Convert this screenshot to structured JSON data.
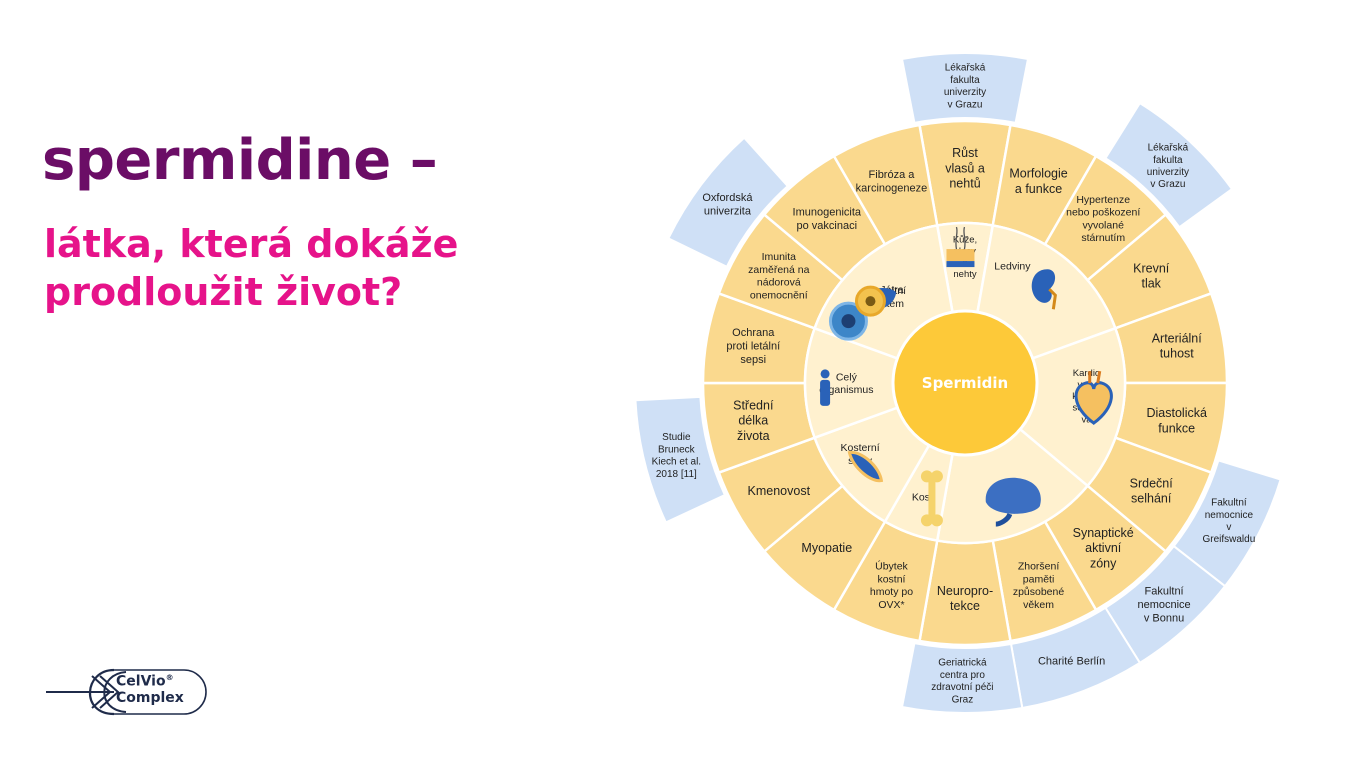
{
  "heading": {
    "title": "spermidine –",
    "subtitle": "látka, která dokáže prodloužit život?"
  },
  "logo": {
    "line1": "CelVio",
    "line2": "Complex",
    "mark": "®"
  },
  "colors": {
    "title": "#6b0d66",
    "subtitle": "#e6138a",
    "outer_ring": "#fad98e",
    "inner_ring": "#fff1cf",
    "center": "#fdc939",
    "institution": "#cfe0f6",
    "divider": "#ffffff"
  },
  "diagram": {
    "center_label": "Spermidin",
    "inner_segments": [
      {
        "id": "jatra",
        "label": [
          "Játra"
        ],
        "icon": "liver-icon"
      },
      {
        "id": "kuze",
        "label": [
          "Kůže,",
          "vlasy",
          "a",
          "nehty"
        ],
        "icon": "skin-hair-icon"
      },
      {
        "id": "ledviny",
        "label": [
          "Ledviny"
        ],
        "icon": "kidney-icon"
      },
      {
        "id": "kardio",
        "label": [
          "Kardio",
          "vas-",
          "kulární",
          "sousta",
          "va"
        ],
        "icon": "heart-icon"
      },
      {
        "id": "mozek",
        "label": [
          "Mozek"
        ],
        "icon": "brain-icon"
      },
      {
        "id": "kosti",
        "label": [
          "Kosti"
        ],
        "icon": "bone-icon"
      },
      {
        "id": "svaly",
        "label": [
          "Kosterní",
          "svaly"
        ],
        "icon": "muscle-icon"
      },
      {
        "id": "organismus",
        "label": [
          "Celý",
          "organismus"
        ],
        "icon": "person-icon"
      },
      {
        "id": "imunita",
        "label": [
          "Imunitní",
          "systém"
        ],
        "icon": "immune-cell-icon"
      }
    ],
    "outer_segments": [
      {
        "label": [
          "Růst",
          "vlasů a",
          "nehtů"
        ]
      },
      {
        "label": [
          "Morfologie",
          "a funkce"
        ]
      },
      {
        "label": [
          "Hypertenze",
          "nebo poškození",
          "vyvolané",
          "stárnutím"
        ]
      },
      {
        "label": [
          "Krevní",
          "tlak"
        ]
      },
      {
        "label": [
          "Arteriální",
          "tuhost"
        ]
      },
      {
        "label": [
          "Diastolická",
          "funkce"
        ]
      },
      {
        "label": [
          "Srdeční",
          "selhání"
        ]
      },
      {
        "label": [
          "Synaptické",
          "aktivní",
          "zóny"
        ]
      },
      {
        "label": [
          "Zhoršení",
          "paměti",
          "způsobené",
          "věkem"
        ]
      },
      {
        "label": [
          "Neuropro-",
          "tekce"
        ]
      },
      {
        "label": [
          "Úbytek",
          "kostní",
          "hmoty po",
          "OVX*"
        ]
      },
      {
        "label": [
          "Myopatie"
        ]
      },
      {
        "label": [
          "Kmenovost"
        ]
      },
      {
        "label": [
          "Střední",
          "délka",
          "života"
        ]
      },
      {
        "label": [
          "Ochrana",
          "proti letální",
          "sepsi"
        ]
      },
      {
        "label": [
          "Imunita",
          "zaměřená na",
          "nádorová",
          "onemocnění"
        ]
      },
      {
        "label": [
          "Imunogenicita",
          "po vakcinaci"
        ]
      },
      {
        "label": [
          "Fibróza a",
          "karcinogeneze"
        ]
      }
    ],
    "institutions": [
      {
        "label": [
          "Lékařská",
          "fakulta",
          "univerzity",
          "v Grazu"
        ]
      },
      {
        "label": [
          "Lékařská",
          "fakulta",
          "univerzity",
          "v Grazu"
        ]
      },
      {
        "label": [
          "Fakultní",
          "nemocnice",
          "v",
          "Greifswaldu"
        ]
      },
      {
        "label": [
          "Fakultní",
          "nemocnice",
          "v Bonnu"
        ]
      },
      {
        "label": [
          "Charité Berlín"
        ]
      },
      {
        "label": [
          "Geriatrická",
          "centra pro",
          "zdravotní péči",
          "Graz"
        ]
      },
      {
        "label": [
          "Studie",
          "Bruneck",
          "Kiech et al.",
          "2018 [11]"
        ]
      },
      {
        "label": [
          "Oxfordská",
          "univerzita"
        ]
      }
    ]
  }
}
